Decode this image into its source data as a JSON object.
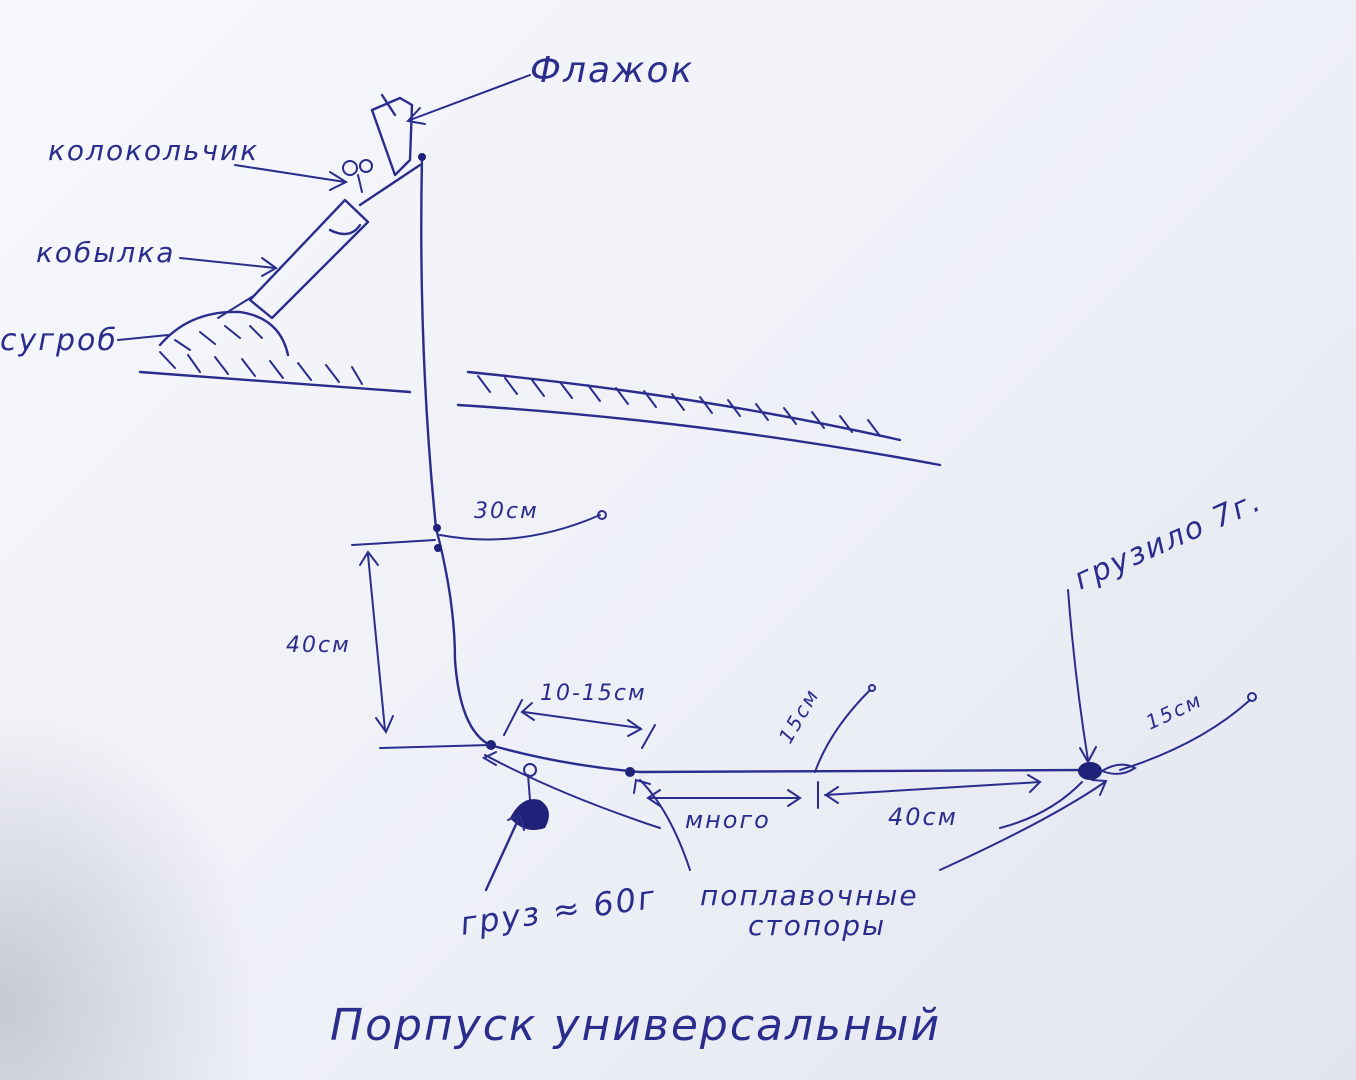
{
  "title": "Порпуск универсальный",
  "labels": {
    "flag": "Флажок",
    "bell": "колокольчик",
    "reel": "кобылка",
    "snowdrift": "сугроб",
    "len_30": "30см",
    "len_40": "40см",
    "len_10_15": "10-15см",
    "len_15_a": "15см",
    "len_15_b": "15см",
    "len_many": "много",
    "len_40_b": "40см",
    "sinker_7": "грузило 7г.",
    "weight_60": "груз ≈ 60г",
    "stoppers_1": "поплавочные",
    "stoppers_2": "стопоры"
  },
  "colors": {
    "ink": "#2a2d8c",
    "paper": "#f4f5fa"
  }
}
